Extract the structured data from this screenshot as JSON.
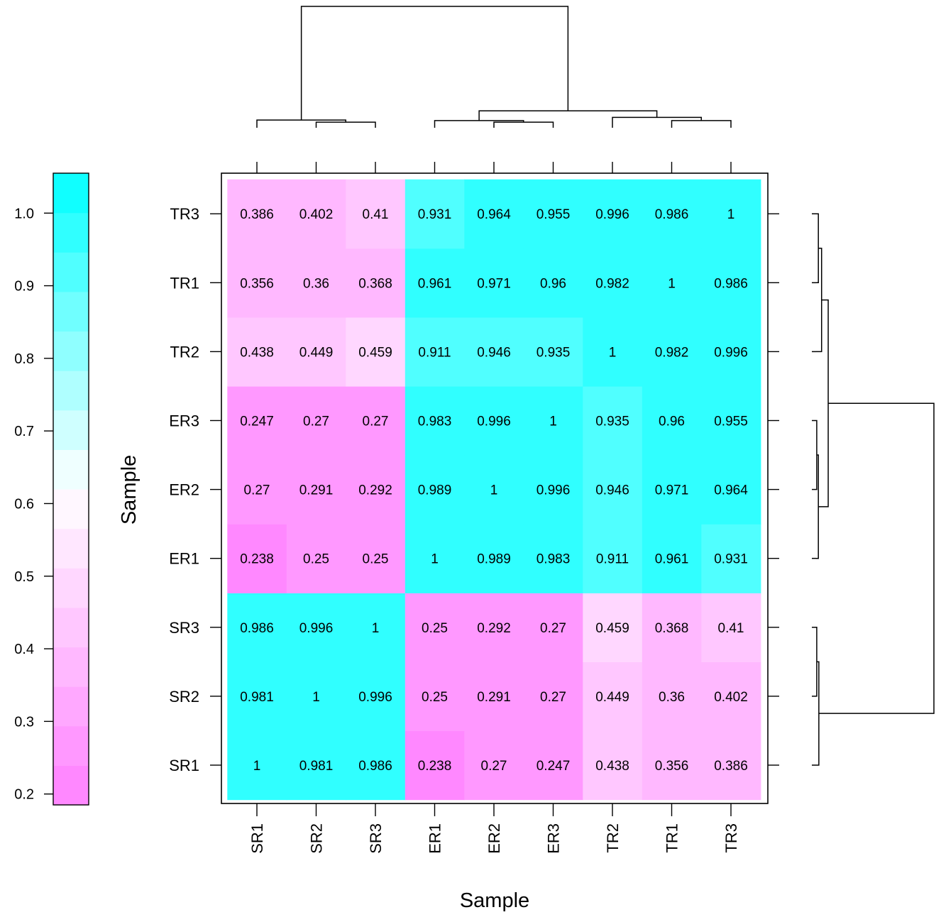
{
  "chart_data": {
    "type": "heatmap",
    "xlabel": "Sample",
    "ylabel": "Sample",
    "samples": [
      "SR1",
      "SR2",
      "SR3",
      "ER1",
      "ER2",
      "ER3",
      "TR2",
      "TR1",
      "TR3"
    ],
    "rows_bottom_to_top": [
      "SR1",
      "SR2",
      "SR3",
      "ER1",
      "ER2",
      "ER3",
      "TR2",
      "TR1",
      "TR3"
    ],
    "columns": [
      "SR1",
      "SR2",
      "SR3",
      "ER1",
      "ER2",
      "ER3",
      "TR2",
      "TR1",
      "TR3"
    ],
    "values_bottom_to_top": [
      [
        1,
        0.981,
        0.986,
        0.238,
        0.27,
        0.247,
        0.438,
        0.356,
        0.386
      ],
      [
        0.981,
        1,
        0.996,
        0.25,
        0.291,
        0.27,
        0.449,
        0.36,
        0.402
      ],
      [
        0.986,
        0.996,
        1,
        0.25,
        0.292,
        0.27,
        0.459,
        0.368,
        0.41
      ],
      [
        0.238,
        0.25,
        0.25,
        1,
        0.989,
        0.983,
        0.911,
        0.961,
        0.931
      ],
      [
        0.27,
        0.291,
        0.292,
        0.989,
        1,
        0.996,
        0.946,
        0.971,
        0.964
      ],
      [
        0.247,
        0.27,
        0.27,
        0.983,
        0.996,
        1,
        0.935,
        0.96,
        0.955
      ],
      [
        0.438,
        0.449,
        0.459,
        0.911,
        0.946,
        0.935,
        1,
        0.982,
        0.996
      ],
      [
        0.356,
        0.36,
        0.368,
        0.961,
        0.971,
        0.96,
        0.982,
        1,
        0.986
      ],
      [
        0.386,
        0.402,
        0.41,
        0.931,
        0.964,
        0.955,
        0.996,
        0.986,
        1
      ]
    ],
    "colorbar": {
      "range": [
        0.185,
        1.055
      ],
      "ticks": [
        "0.2",
        "0.3",
        "0.4",
        "0.5",
        "0.6",
        "0.7",
        "0.8",
        "0.9",
        "1.0"
      ],
      "low_color": "#ff80ff",
      "mid_color": "#ffffff",
      "high_color": "#00ffff",
      "mid_value": 0.62
    },
    "dendrogram": {
      "order": [
        "SR1",
        "SR2",
        "SR3",
        "ER1",
        "ER2",
        "ER3",
        "TR2",
        "TR1",
        "TR3"
      ],
      "merges": [
        {
          "a": "SR2",
          "b": "SR3",
          "height": 0.004
        },
        {
          "a": "SR1",
          "b": "m0",
          "height": 0.017
        },
        {
          "a": "ER2",
          "b": "ER3",
          "height": 0.004
        },
        {
          "a": "ER1",
          "b": "m2",
          "height": 0.014
        },
        {
          "a": "TR1",
          "b": "TR3",
          "height": 0.014
        },
        {
          "a": "TR2",
          "b": "m4",
          "height": 0.034
        },
        {
          "a": "m3",
          "b": "m5",
          "height": 0.075
        },
        {
          "a": "m1",
          "b": "m6",
          "height": 0.73
        }
      ],
      "max_height": 0.73
    }
  }
}
